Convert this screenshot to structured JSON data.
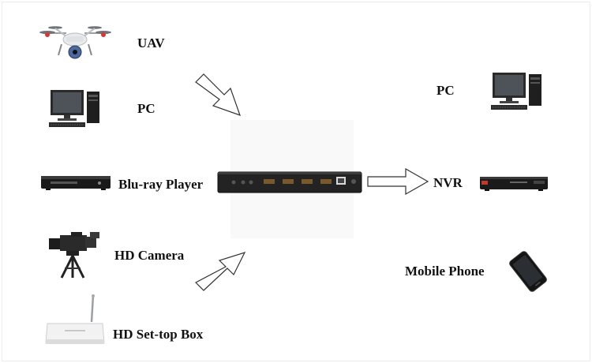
{
  "inputs": {
    "uav": "UAV",
    "pc": "PC",
    "bluray": "Blu-ray Player",
    "hd_camera": "HD Camera",
    "set_top_box": "HD Set-top Box"
  },
  "outputs": {
    "pc": "PC",
    "nvr": "NVR",
    "mobile_phone": "Mobile Phone"
  }
}
